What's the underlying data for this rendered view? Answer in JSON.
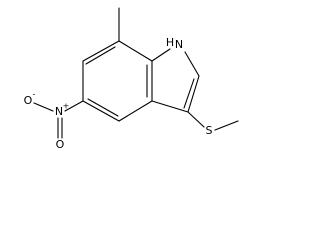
{
  "molecule": {
    "atoms": {
      "nh": "H",
      "n_indole": "N",
      "o_left": "O",
      "charge_minus": "-",
      "n_nitro": "N",
      "charge_plus": "+",
      "o_bottom": "O",
      "s": "S"
    },
    "colors": {
      "bond": "#000000",
      "label": "#000000",
      "background": "#ffffff"
    }
  }
}
